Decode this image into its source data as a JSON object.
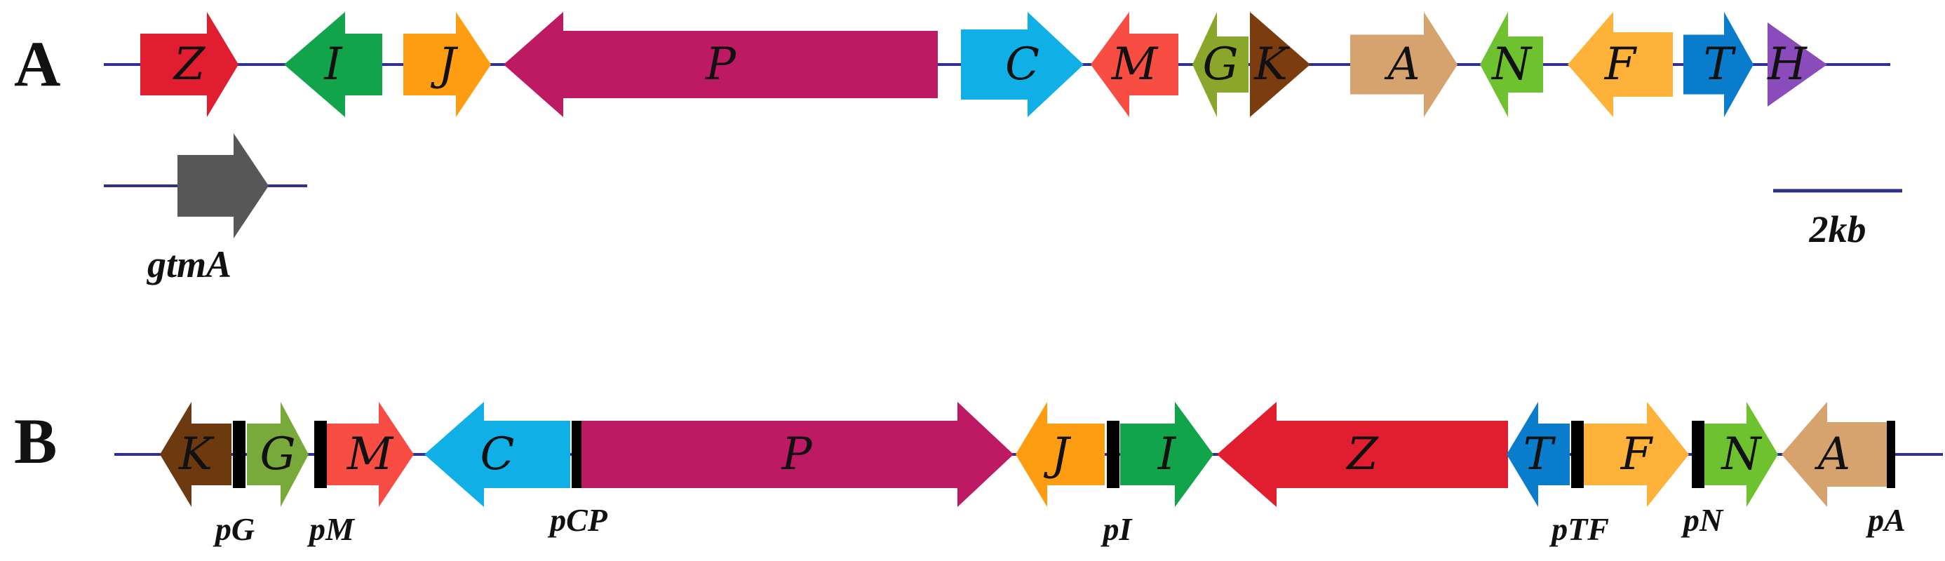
{
  "panel_a": {
    "label": "A",
    "genes": [
      {
        "name": "Z",
        "dir": "right",
        "color": "#e11d30"
      },
      {
        "name": "I",
        "dir": "left",
        "color": "#11a44a"
      },
      {
        "name": "J",
        "dir": "right",
        "color": "#ff9d12"
      },
      {
        "name": "P",
        "dir": "left",
        "color": "#bd1a63"
      },
      {
        "name": "C",
        "dir": "right",
        "color": "#10b0e7"
      },
      {
        "name": "M",
        "dir": "left",
        "color": "#f74d43"
      },
      {
        "name": "G",
        "dir": "left",
        "color": "#8ba72b"
      },
      {
        "name": "K",
        "dir": "right",
        "color": "#7b3d10"
      },
      {
        "name": "A",
        "dir": "right",
        "color": "#d6a36f"
      },
      {
        "name": "N",
        "dir": "left",
        "color": "#6ec22f"
      },
      {
        "name": "F",
        "dir": "left",
        "color": "#ffb23a"
      },
      {
        "name": "T",
        "dir": "right",
        "color": "#0a7ccc"
      },
      {
        "name": "H",
        "dir": "right",
        "color": "#8a4cbb"
      }
    ],
    "separate_gene": {
      "name": "gtmA",
      "dir": "right",
      "color": "#575757"
    },
    "scale_bar": "2kb"
  },
  "panel_b": {
    "label": "B",
    "genes": [
      {
        "name": "K",
        "dir": "left",
        "color": "#6d3a10"
      },
      {
        "name": "G",
        "dir": "right",
        "color": "#78a93a"
      },
      {
        "name": "M",
        "dir": "right",
        "color": "#f74d43"
      },
      {
        "name": "C",
        "dir": "left",
        "color": "#10b0e7"
      },
      {
        "name": "P",
        "dir": "right",
        "color": "#bd1a63"
      },
      {
        "name": "J",
        "dir": "left",
        "color": "#ff9d12"
      },
      {
        "name": "I",
        "dir": "right",
        "color": "#11a44a"
      },
      {
        "name": "Z",
        "dir": "left",
        "color": "#e11d30"
      },
      {
        "name": "T",
        "dir": "left",
        "color": "#0a7ccc"
      },
      {
        "name": "F",
        "dir": "right",
        "color": "#ffb23a"
      },
      {
        "name": "N",
        "dir": "right",
        "color": "#6ec22f"
      },
      {
        "name": "A",
        "dir": "left",
        "color": "#d6a36f"
      }
    ],
    "promoters": [
      "pG",
      "pM",
      "pCP",
      "pI",
      "pTF",
      "pN",
      "pA"
    ]
  },
  "colors": {
    "backbone": "#2e3192",
    "promoter": "#000000"
  }
}
